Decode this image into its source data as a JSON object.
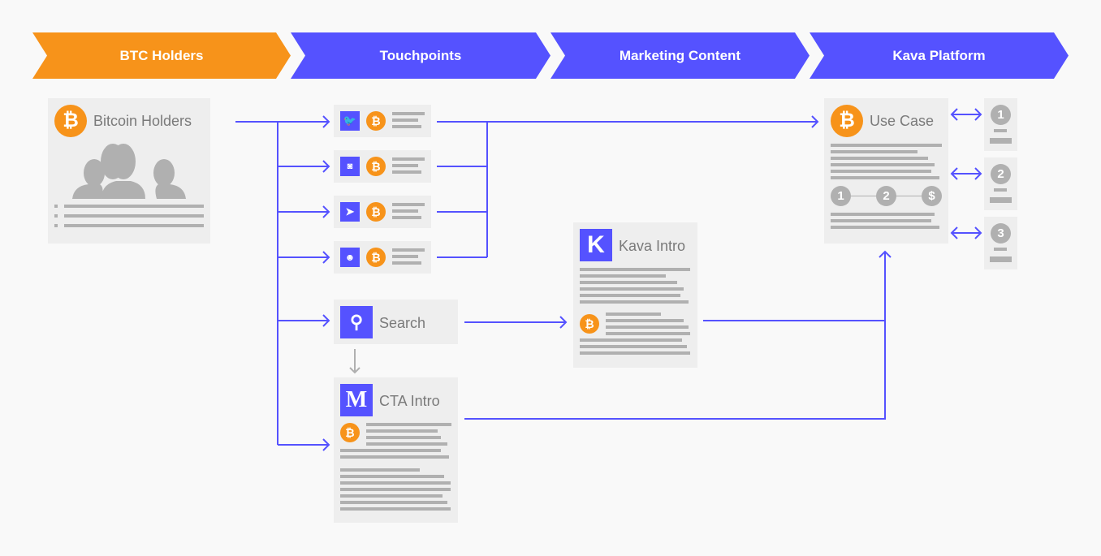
{
  "stages": [
    "BTC Holders",
    "Touchpoints",
    "Marketing Content",
    "Kava Platform"
  ],
  "colors": {
    "orange": "#F7931A",
    "blue": "#5552FF",
    "card": "#EEEEEE",
    "bar": "#B0B0B0"
  },
  "holders": {
    "title": "Bitcoin Holders"
  },
  "touchpoints": [
    {
      "icon": "twitter-icon"
    },
    {
      "icon": "discord-icon"
    },
    {
      "icon": "telegram-icon"
    },
    {
      "icon": "reddit-icon"
    }
  ],
  "search": {
    "title": "Search"
  },
  "cta": {
    "title": "CTA Intro",
    "logo": "M"
  },
  "kava": {
    "title": "Kava Intro",
    "logo": "K"
  },
  "usecase": {
    "title": "Use Case",
    "steps": [
      "1",
      "2",
      "$"
    ]
  },
  "side_cards": [
    "1",
    "2",
    "3"
  ],
  "btc_symbol": "₿"
}
